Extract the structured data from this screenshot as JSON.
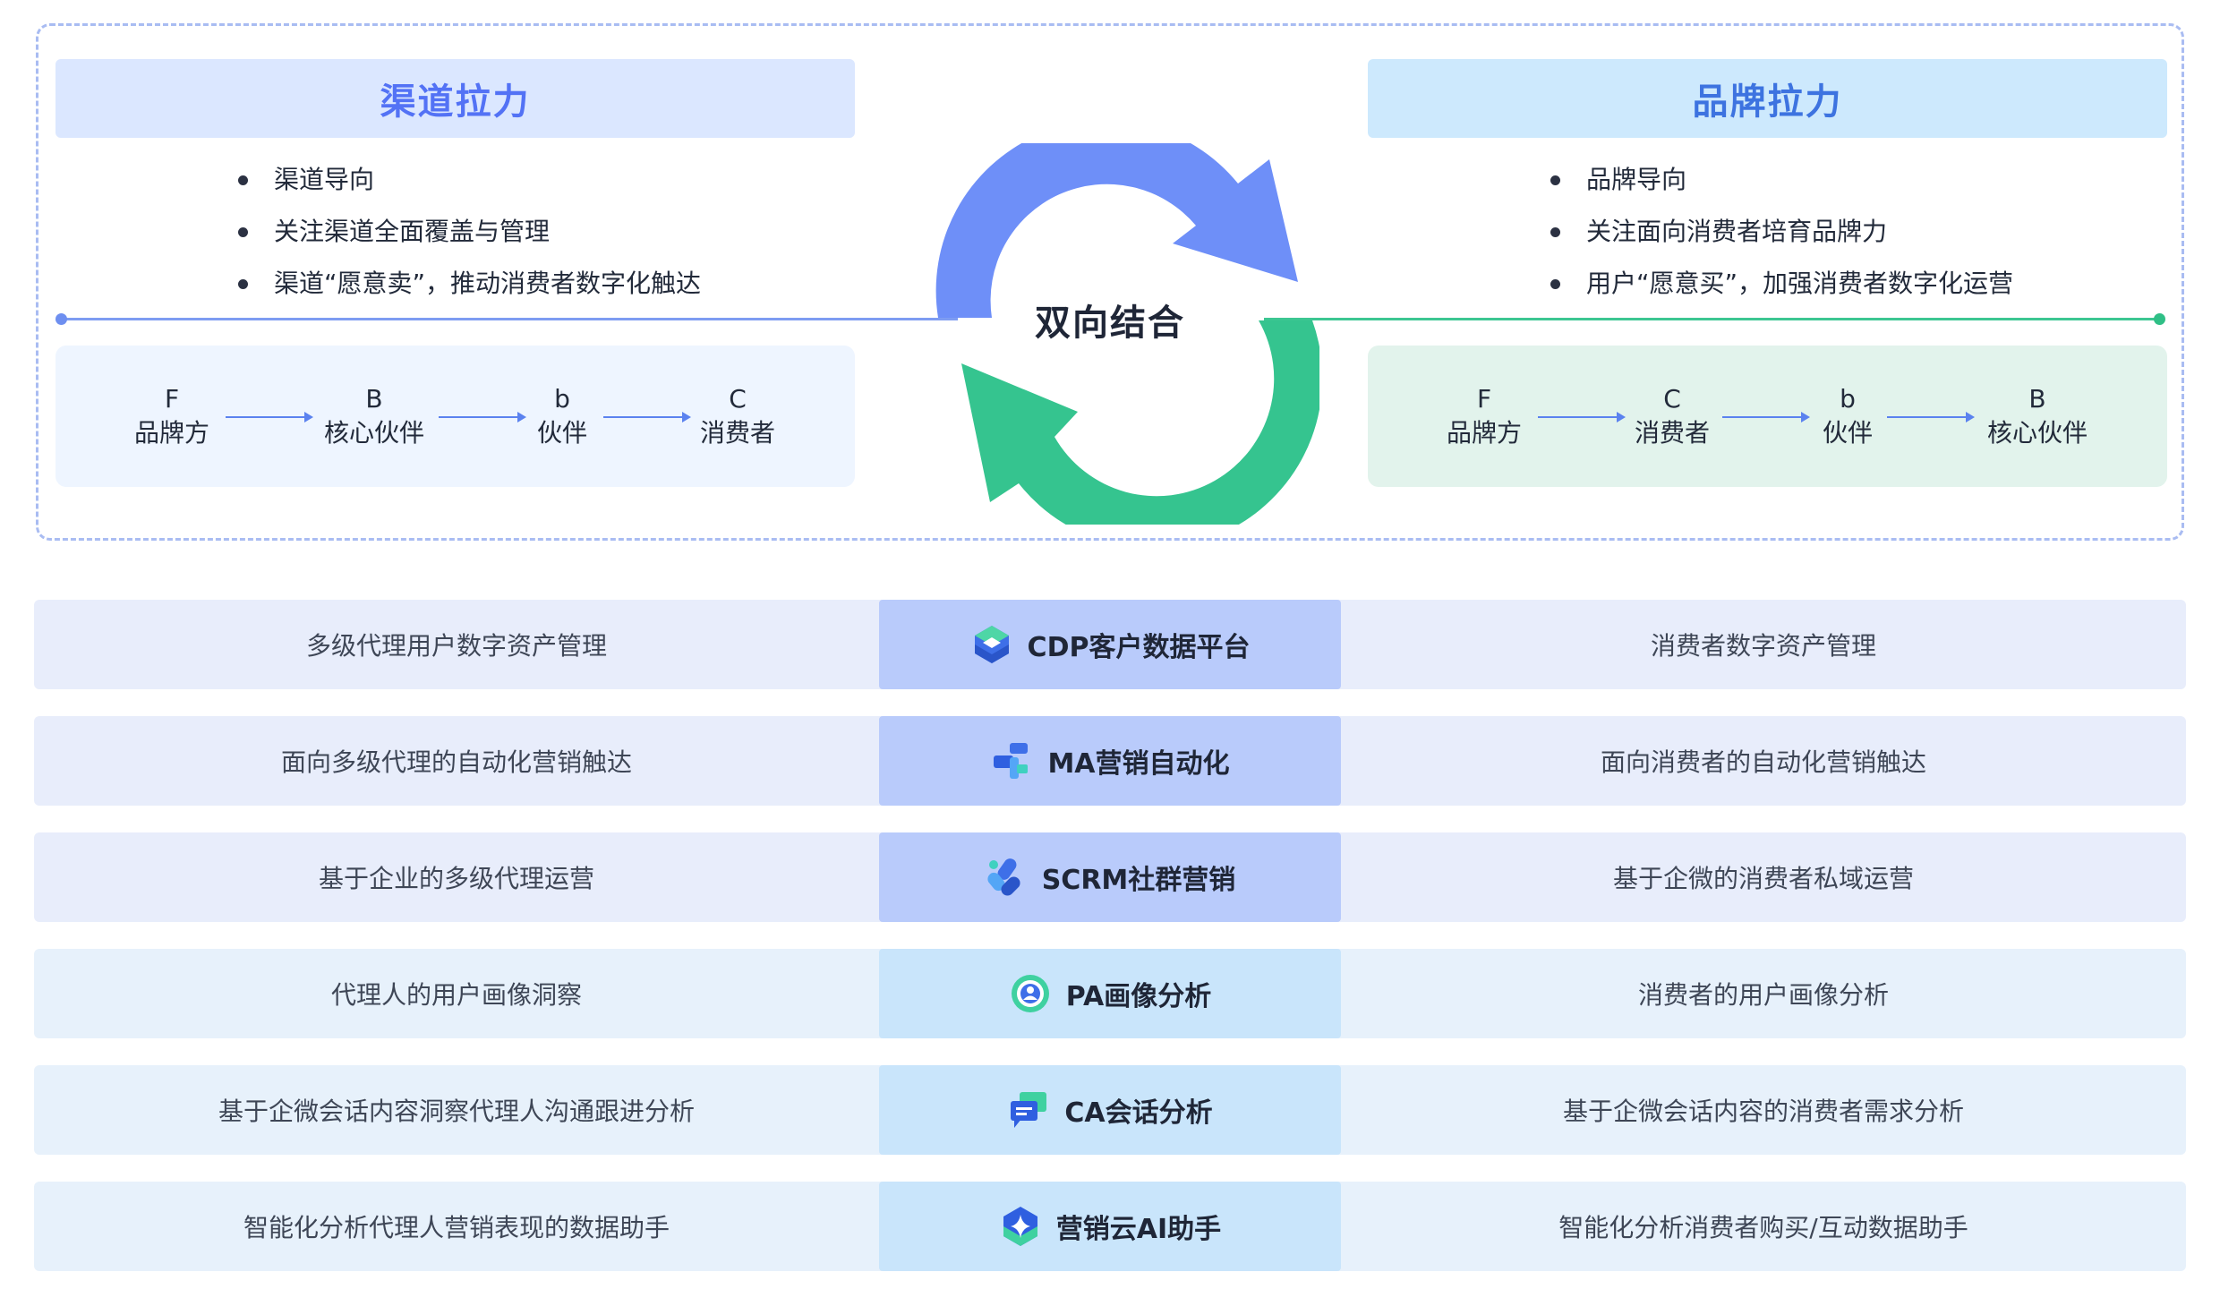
{
  "left_panel": {
    "title": "渠道拉力",
    "bullets": [
      "渠道导向",
      "关注渠道全面覆盖与管理",
      "渠道“愿意卖”，推动消费者数字化触达"
    ],
    "flow": [
      {
        "letter": "F",
        "name": "品牌方"
      },
      {
        "letter": "B",
        "name": "核心伙伴"
      },
      {
        "letter": "b",
        "name": "伙伴"
      },
      {
        "letter": "C",
        "name": "消费者"
      }
    ]
  },
  "right_panel": {
    "title": "品牌拉力",
    "bullets": [
      "品牌导向",
      "关注面向消费者培育品牌力",
      "用户“愿意买”，加强消费者数字化运营"
    ],
    "flow": [
      {
        "letter": "F",
        "name": "品牌方"
      },
      {
        "letter": "C",
        "name": "消费者"
      },
      {
        "letter": "b",
        "name": "伙伴"
      },
      {
        "letter": "B",
        "name": "核心伙伴"
      }
    ]
  },
  "center": {
    "label": "双向结合"
  },
  "colors": {
    "blue_arrow": "#6e8ff8",
    "green_arrow": "#35c48f"
  },
  "rows": [
    {
      "left": "多级代理用户数字资产管理",
      "product": "CDP客户数据平台",
      "icon": "cdp-cube-icon",
      "right": "消费者数字资产管理"
    },
    {
      "left": "面向多级代理的自动化营销触达",
      "product": "MA营销自动化",
      "icon": "ma-automation-icon",
      "right": "面向消费者的自动化营销触达"
    },
    {
      "left": "基于企业的多级代理运营",
      "product": "SCRM社群营销",
      "icon": "scrm-community-icon",
      "right": "基于企微的消费者私域运营"
    },
    {
      "left": "代理人的用户画像洞察",
      "product": "PA画像分析",
      "icon": "pa-portrait-icon",
      "right": "消费者的用户画像分析"
    },
    {
      "left": "基于企微会话内容洞察代理人沟通跟进分析",
      "product": "CA会话分析",
      "icon": "ca-chat-icon",
      "right": "基于企微会话内容的消费者需求分析"
    },
    {
      "left": "智能化分析代理人营销表现的数据助手",
      "product": "营销云AI助手",
      "icon": "ai-assistant-icon",
      "right": "智能化分析消费者购买/互动数据助手"
    }
  ]
}
